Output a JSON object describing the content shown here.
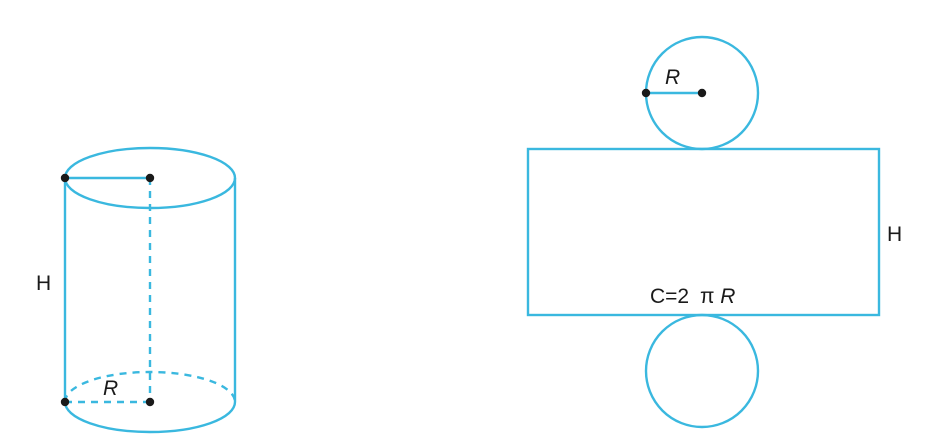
{
  "colors": {
    "shape_stroke": "#3ab8df",
    "label_text": "#1a1a1a",
    "point": "#1a1a1a"
  },
  "cylinder": {
    "height_label": "H",
    "radius_label": "R"
  },
  "net": {
    "top_circle_radius_label": "R",
    "rectangle_height_label": "H",
    "circumference_label_prefix": "C=2",
    "circumference_label_pi": "π",
    "circumference_label_r": "R"
  }
}
